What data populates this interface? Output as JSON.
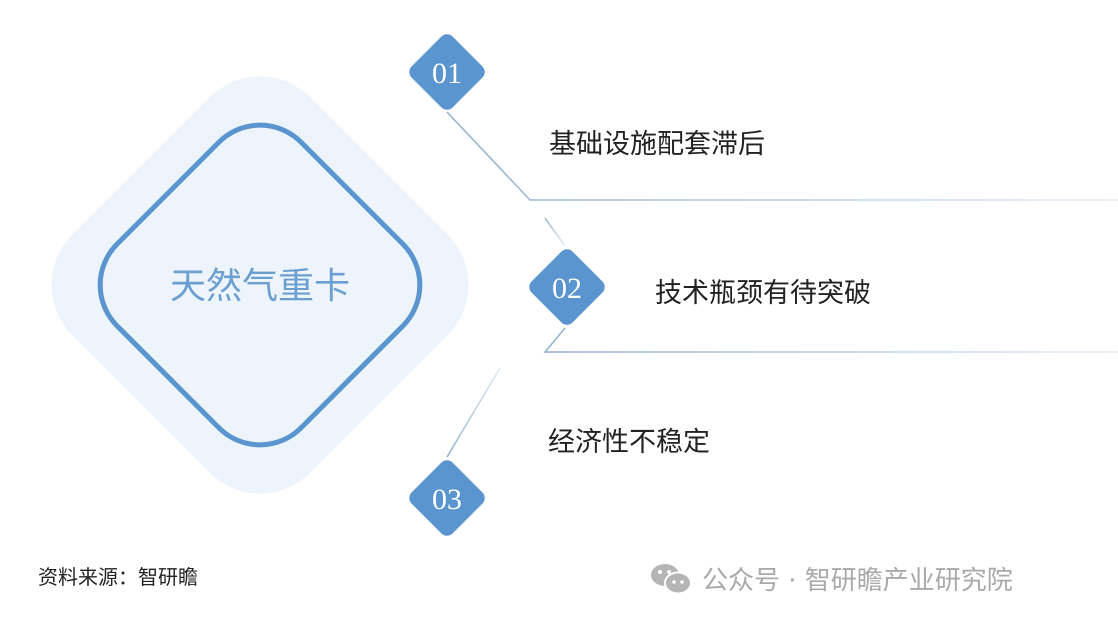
{
  "center": {
    "label": "天然气重卡"
  },
  "items": [
    {
      "number": "01",
      "label": "基础设施配套滞后"
    },
    {
      "number": "02",
      "label": "技术瓶颈有待突破"
    },
    {
      "number": "03",
      "label": "经济性不稳定"
    }
  ],
  "source": "资料来源：智研瞻",
  "watermark": "公众号 · 智研瞻产业研究院",
  "colors": {
    "accent": "#5b95cf",
    "light": "#eef4fb",
    "line": "#9ab6d3"
  }
}
